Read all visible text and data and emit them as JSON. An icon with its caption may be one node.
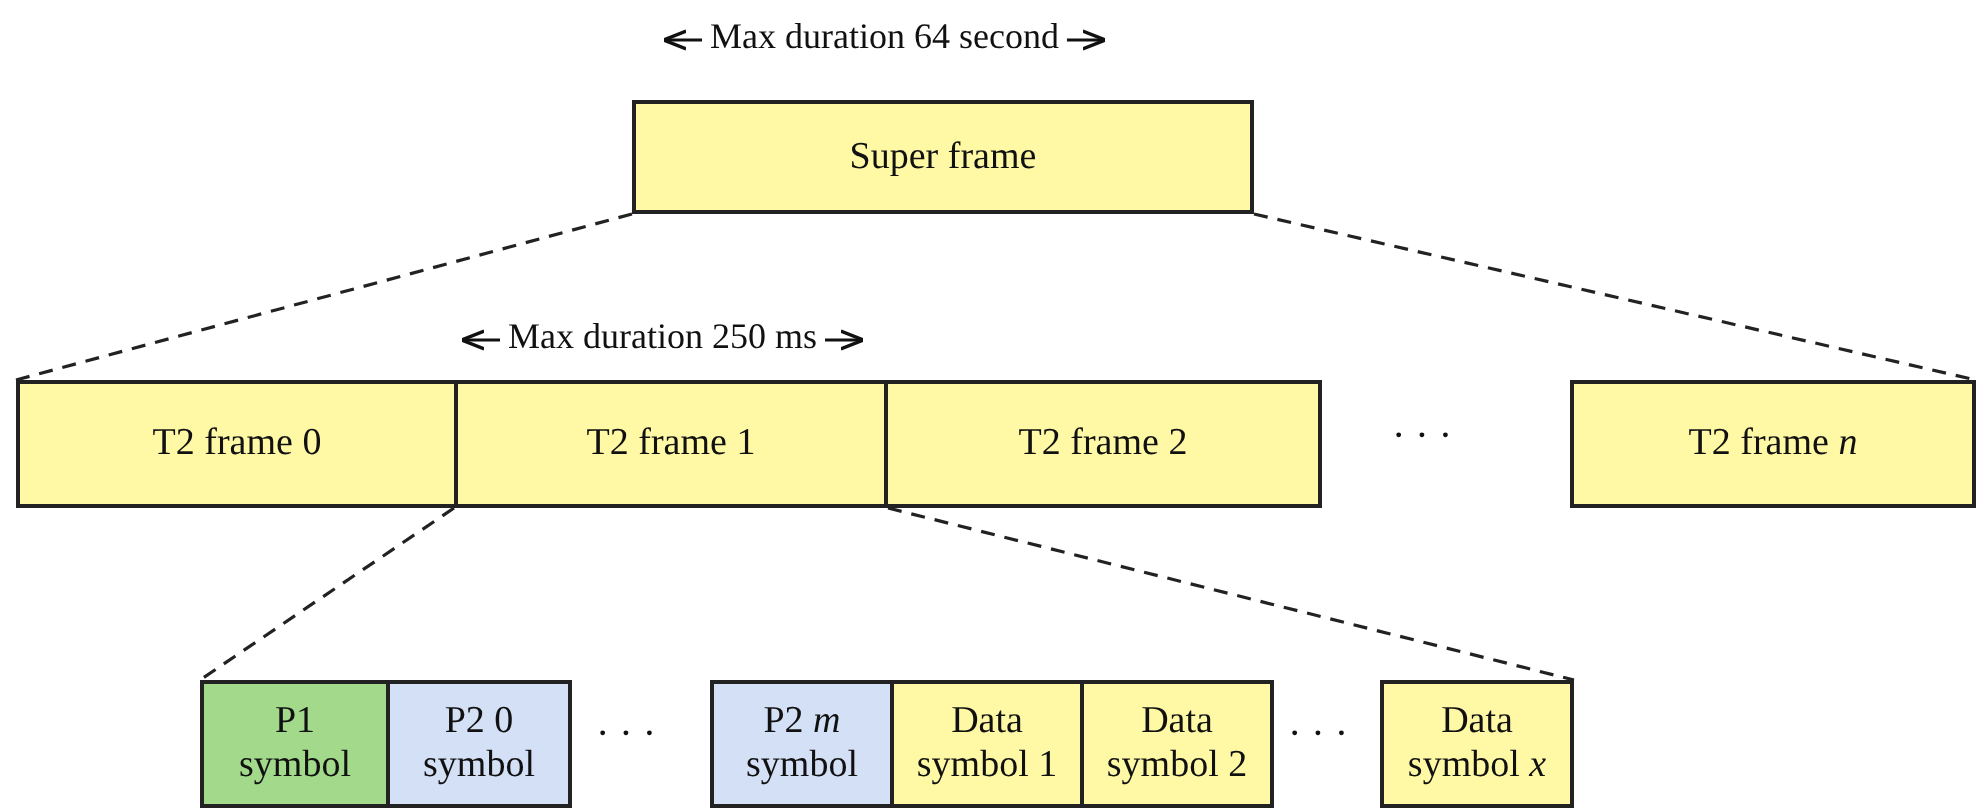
{
  "diagram": {
    "nodes": [
      {
        "text": [
          "Super frame"
        ],
        "beside": [
          "Max duration 64 second"
        ]
      },
      {
        "text": [
          "T2 frame 0"
        ]
      },
      {
        "text": [
          "T2 frame 1"
        ],
        "beside": [
          "Max duration 250 ms"
        ]
      },
      {
        "text": [
          "T2 frame 2"
        ]
      },
      {
        "text": [
          "T2 frame *n*"
        ]
      },
      {
        "text": [
          "P1 symbol"
        ]
      },
      {
        "text": [
          "P2 0 symbol"
        ]
      },
      {
        "text": [
          "P2 *m* symbol"
        ]
      },
      {
        "text": [
          "Data symbol 1"
        ]
      },
      {
        "text": [
          "Data symbol 2"
        ]
      },
      {
        "text": [
          "Data symbol *x*"
        ]
      }
    ],
    "edges": [
      {
        "from": 0,
        "to": 1,
        "arrow": "none",
        "style": "dashed"
      },
      {
        "from": 0,
        "to": 4,
        "arrow": "none",
        "style": "dashed"
      },
      {
        "from": 2,
        "to": 5,
        "arrow": "none",
        "style": "dashed"
      },
      {
        "from": 2,
        "to": 10,
        "arrow": "none",
        "style": "dashed"
      }
    ],
    "labels": [
      "· · ·",
      "· · ·",
      "· · ·"
    ]
  }
}
